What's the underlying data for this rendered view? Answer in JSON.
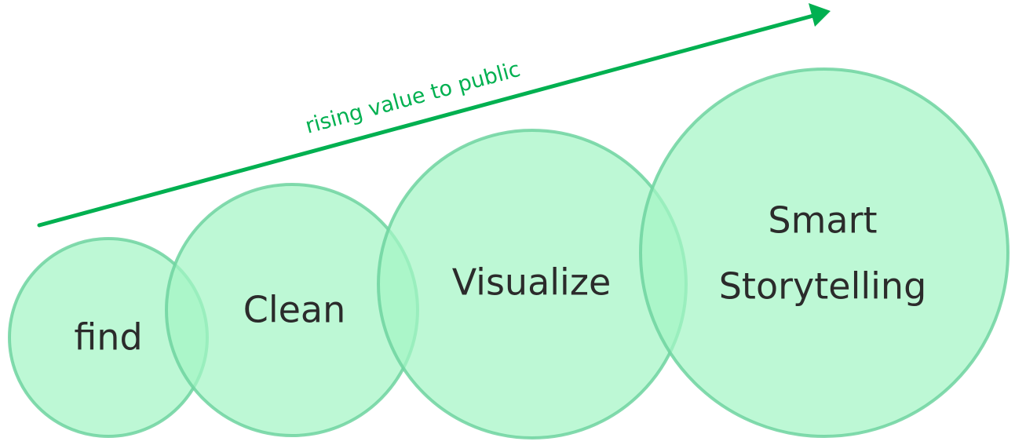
{
  "arrow": {
    "label": "rising value to public",
    "color": "#00b050"
  },
  "stages": [
    {
      "lines": [
        "find"
      ]
    },
    {
      "lines": [
        "Clean"
      ]
    },
    {
      "lines": [
        "Visualize"
      ]
    },
    {
      "lines": [
        "Smart",
        "Storytelling"
      ]
    }
  ],
  "colors": {
    "circle_fill": "#a3f5c5",
    "circle_stroke": "#6fd3a0",
    "label_text": "#2b2b2b"
  }
}
